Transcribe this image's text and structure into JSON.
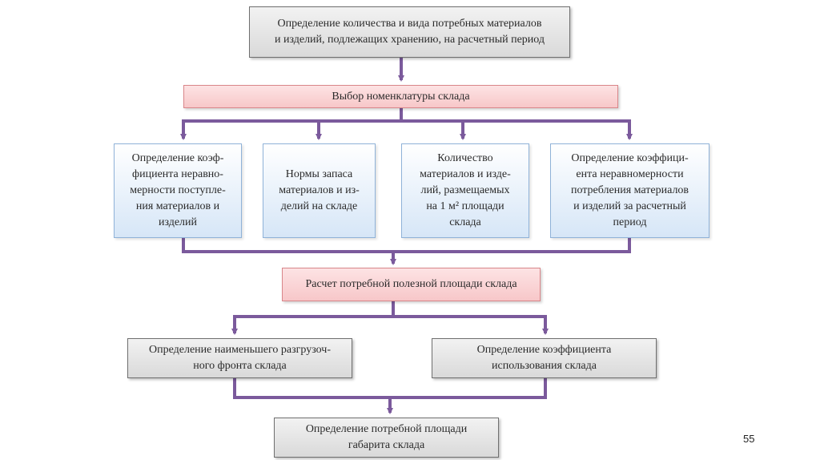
{
  "colors": {
    "connector": "#7b5a9c"
  },
  "boxes": {
    "top": "Определение количества и вида потребных материалов\nи изделий, подлежащих хранению, на расчетный период",
    "nomenclature": "Выбор номенклатуры склада",
    "factors": [
      "Определение коэф-\nфициента неравно-\nмерности поступле-\nния материалов и\nизделий",
      "Нормы запаса\nматериалов и из-\nделий на складе",
      "Количество\nматериалов и изде-\nлий, размещаемых\nна 1 м² площади\nсклада",
      "Определение коэффици-\nента неравномерности\nпотребления материалов\nи изделий за расчетный\nпериод"
    ],
    "useful_area": "Расчет потребной полезной площади склада",
    "front": "Определение наименьшего разгрузоч-\nного фронта склада",
    "coefficient": "Определение коэффициента\nиспользования склада",
    "final": "Определение потребной площади\nгабарита склада"
  },
  "page_number": "55"
}
